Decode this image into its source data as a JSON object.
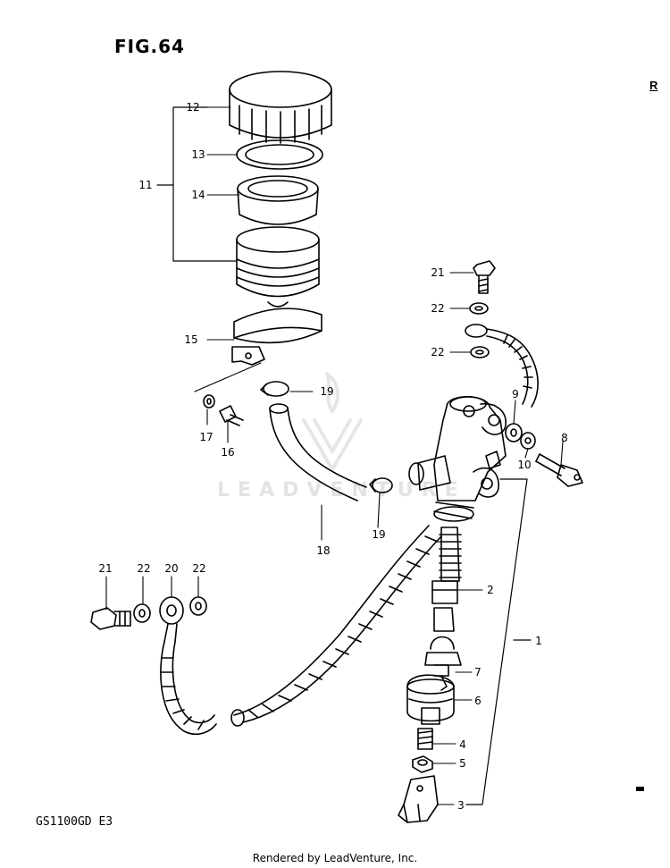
{
  "figure": {
    "title": "FIG.64",
    "side_mark": "R",
    "model": "GS1100GD  E3",
    "footer": "Rendered by LeadVenture, Inc.",
    "watermark": "LEADVENTURE"
  },
  "callouts": [
    {
      "key": "c12",
      "label": "12"
    },
    {
      "key": "c13",
      "label": "13"
    },
    {
      "key": "c11",
      "label": "11"
    },
    {
      "key": "c14",
      "label": "14"
    },
    {
      "key": "c15",
      "label": "15"
    },
    {
      "key": "c21a",
      "label": "21"
    },
    {
      "key": "c22a",
      "label": "22"
    },
    {
      "key": "c22b",
      "label": "22"
    },
    {
      "key": "c9",
      "label": "9"
    },
    {
      "key": "c19a",
      "label": "19"
    },
    {
      "key": "c17",
      "label": "17"
    },
    {
      "key": "c16",
      "label": "16"
    },
    {
      "key": "c8",
      "label": "8"
    },
    {
      "key": "c10",
      "label": "10"
    },
    {
      "key": "c19b",
      "label": "19"
    },
    {
      "key": "c18",
      "label": "18"
    },
    {
      "key": "c21b",
      "label": "21"
    },
    {
      "key": "c22c",
      "label": "22"
    },
    {
      "key": "c20",
      "label": "20"
    },
    {
      "key": "c22d",
      "label": "22"
    },
    {
      "key": "c2",
      "label": "2"
    },
    {
      "key": "c1",
      "label": "1"
    },
    {
      "key": "c7",
      "label": "7"
    },
    {
      "key": "c6",
      "label": "6"
    },
    {
      "key": "c4",
      "label": "4"
    },
    {
      "key": "c5",
      "label": "5"
    },
    {
      "key": "c3",
      "label": "3"
    }
  ]
}
